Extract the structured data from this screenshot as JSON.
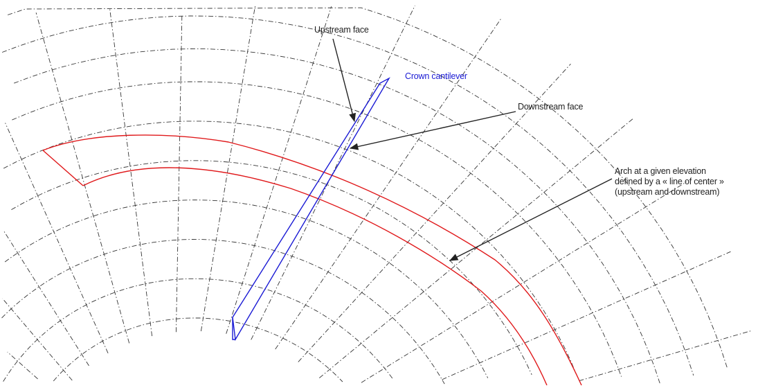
{
  "labels": {
    "upstream_face": "Upstream face",
    "crown_cantilever": "Crown cantilever",
    "downstream_face": "Downstream face",
    "arch_line1": "Arch at a given elevation",
    "arch_line2": "defined by a « line of center »",
    "arch_line3": "(upstream and downstream)"
  },
  "colors": {
    "crown": "#1a1ad4",
    "arch": "#e0191b",
    "mesh": "#333333",
    "text": "#222222"
  }
}
